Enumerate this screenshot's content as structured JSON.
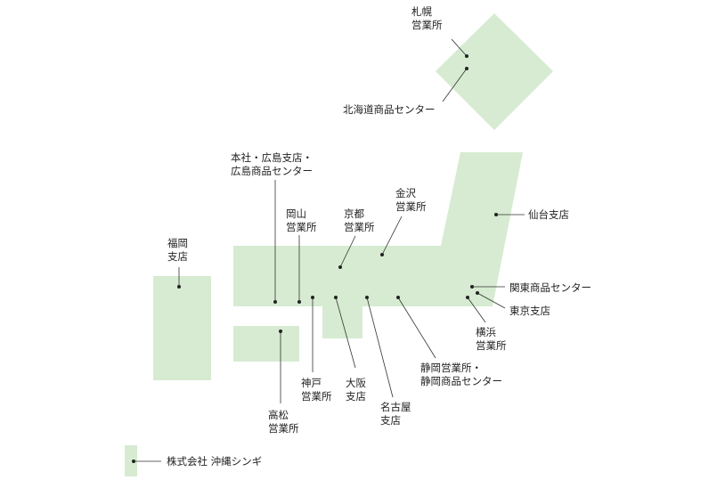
{
  "colors": {
    "land": "#d6ebd1",
    "line": "#333333"
  },
  "locations": {
    "sapporo": "札幌\n営業所",
    "hokkaido_center": "北海道商品センター",
    "hiroshima": "本社・広島支店・\n広島商品センター",
    "okayama": "岡山\n営業所",
    "kyoto": "京都\n営業所",
    "kanazawa": "金沢\n営業所",
    "sendai": "仙台支店",
    "kanto_center": "関東商品センター",
    "tokyo": "東京支店",
    "yokohama": "横浜\n営業所",
    "shizuoka": "静岡営業所・\n静岡商品センター",
    "nagoya": "名古屋\n支店",
    "osaka": "大阪\n支店",
    "kobe": "神戸\n営業所",
    "takamatsu": "高松\n営業所",
    "fukuoka": "福岡\n支店",
    "okinawa": "株式会社 沖縄シンギ"
  }
}
